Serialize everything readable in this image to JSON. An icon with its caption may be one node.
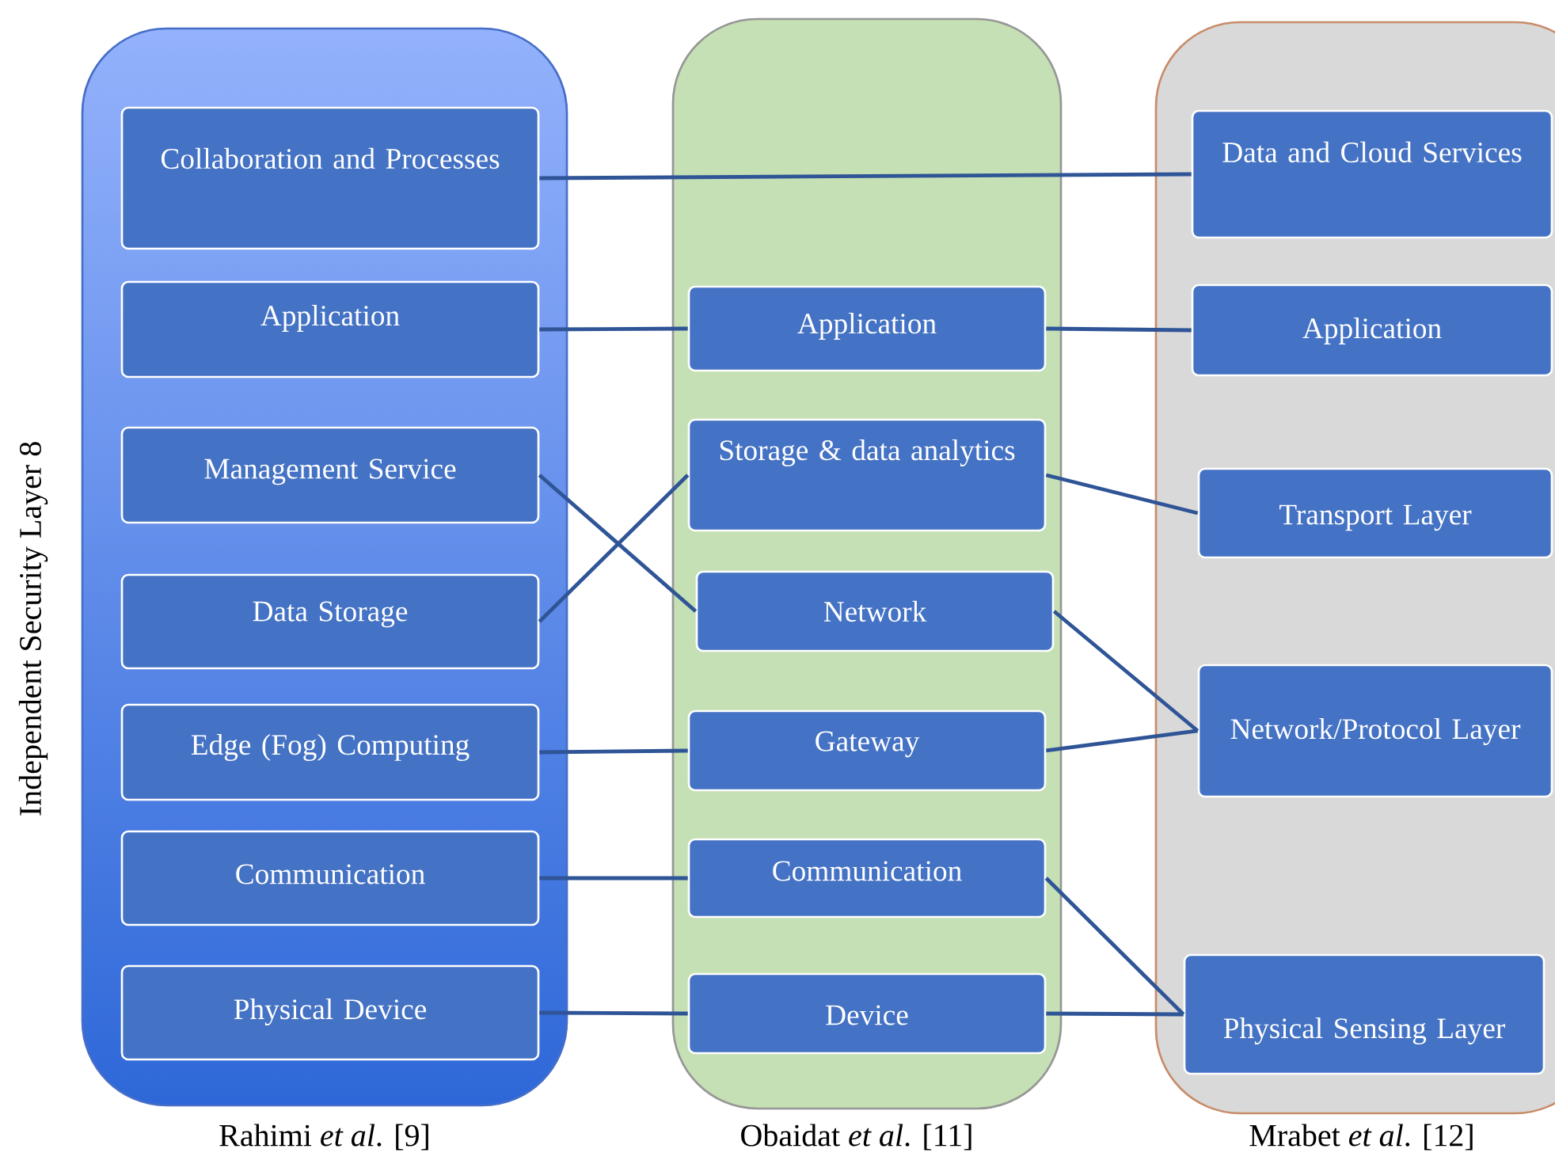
{
  "diagram": {
    "nodes": [
      {
        "text": [
          "Rahimi *et al*. [9]"
        ]
      },
      {
        "text": [
          "Collaboration and Processes"
        ],
        "in": 0
      },
      {
        "text": [
          "Application"
        ],
        "in": 0
      },
      {
        "text": [
          "Management Service"
        ],
        "in": 0
      },
      {
        "text": [
          "Data Storage"
        ],
        "in": 0
      },
      {
        "text": [
          "Edge (Fog) Computing"
        ],
        "in": 0
      },
      {
        "text": [
          "Communication"
        ],
        "in": 0
      },
      {
        "text": [
          "Physical Device"
        ],
        "in": 0
      },
      {
        "text": [
          "Obaidat *et al*. [11]"
        ]
      },
      {
        "text": [
          "Application"
        ],
        "in": 8
      },
      {
        "text": [
          "Storage & data analytics"
        ],
        "in": 8
      },
      {
        "text": [
          "Network"
        ],
        "in": 8
      },
      {
        "text": [
          "Gateway"
        ],
        "in": 8
      },
      {
        "text": [
          "Communication"
        ],
        "in": 8
      },
      {
        "text": [
          "Device"
        ],
        "in": 8
      },
      {
        "text": [
          "Mrabet *et al*. [12]"
        ]
      },
      {
        "text": [
          "Data and Cloud Services"
        ],
        "in": 15
      },
      {
        "text": [
          "Application"
        ],
        "in": 15
      },
      {
        "text": [
          "Transport Layer"
        ],
        "in": 15
      },
      {
        "text": [
          "Network/Protocol Layer"
        ],
        "in": 15
      },
      {
        "text": [
          "Physical Sensing Layer"
        ],
        "in": 15
      }
    ],
    "edges": [
      {
        "from": 1,
        "to": 16,
        "arrow": "none"
      },
      {
        "from": 2,
        "to": 9,
        "arrow": "none"
      },
      {
        "from": 9,
        "to": 17,
        "arrow": "none"
      },
      {
        "from": 3,
        "to": 11,
        "arrow": "none"
      },
      {
        "from": 4,
        "to": 10,
        "arrow": "none"
      },
      {
        "from": 10,
        "to": 18,
        "arrow": "none"
      },
      {
        "from": 11,
        "to": 19,
        "arrow": "none"
      },
      {
        "from": 5,
        "to": 12,
        "arrow": "none"
      },
      {
        "from": 12,
        "to": 19,
        "arrow": "none"
      },
      {
        "from": 6,
        "to": 13,
        "arrow": "none"
      },
      {
        "from": 13,
        "to": 20,
        "arrow": "none"
      },
      {
        "from": 7,
        "to": 14,
        "arrow": "none"
      },
      {
        "from": 14,
        "to": 20,
        "arrow": "none"
      }
    ],
    "labels": [
      "Independent Security Layer 8"
    ]
  }
}
